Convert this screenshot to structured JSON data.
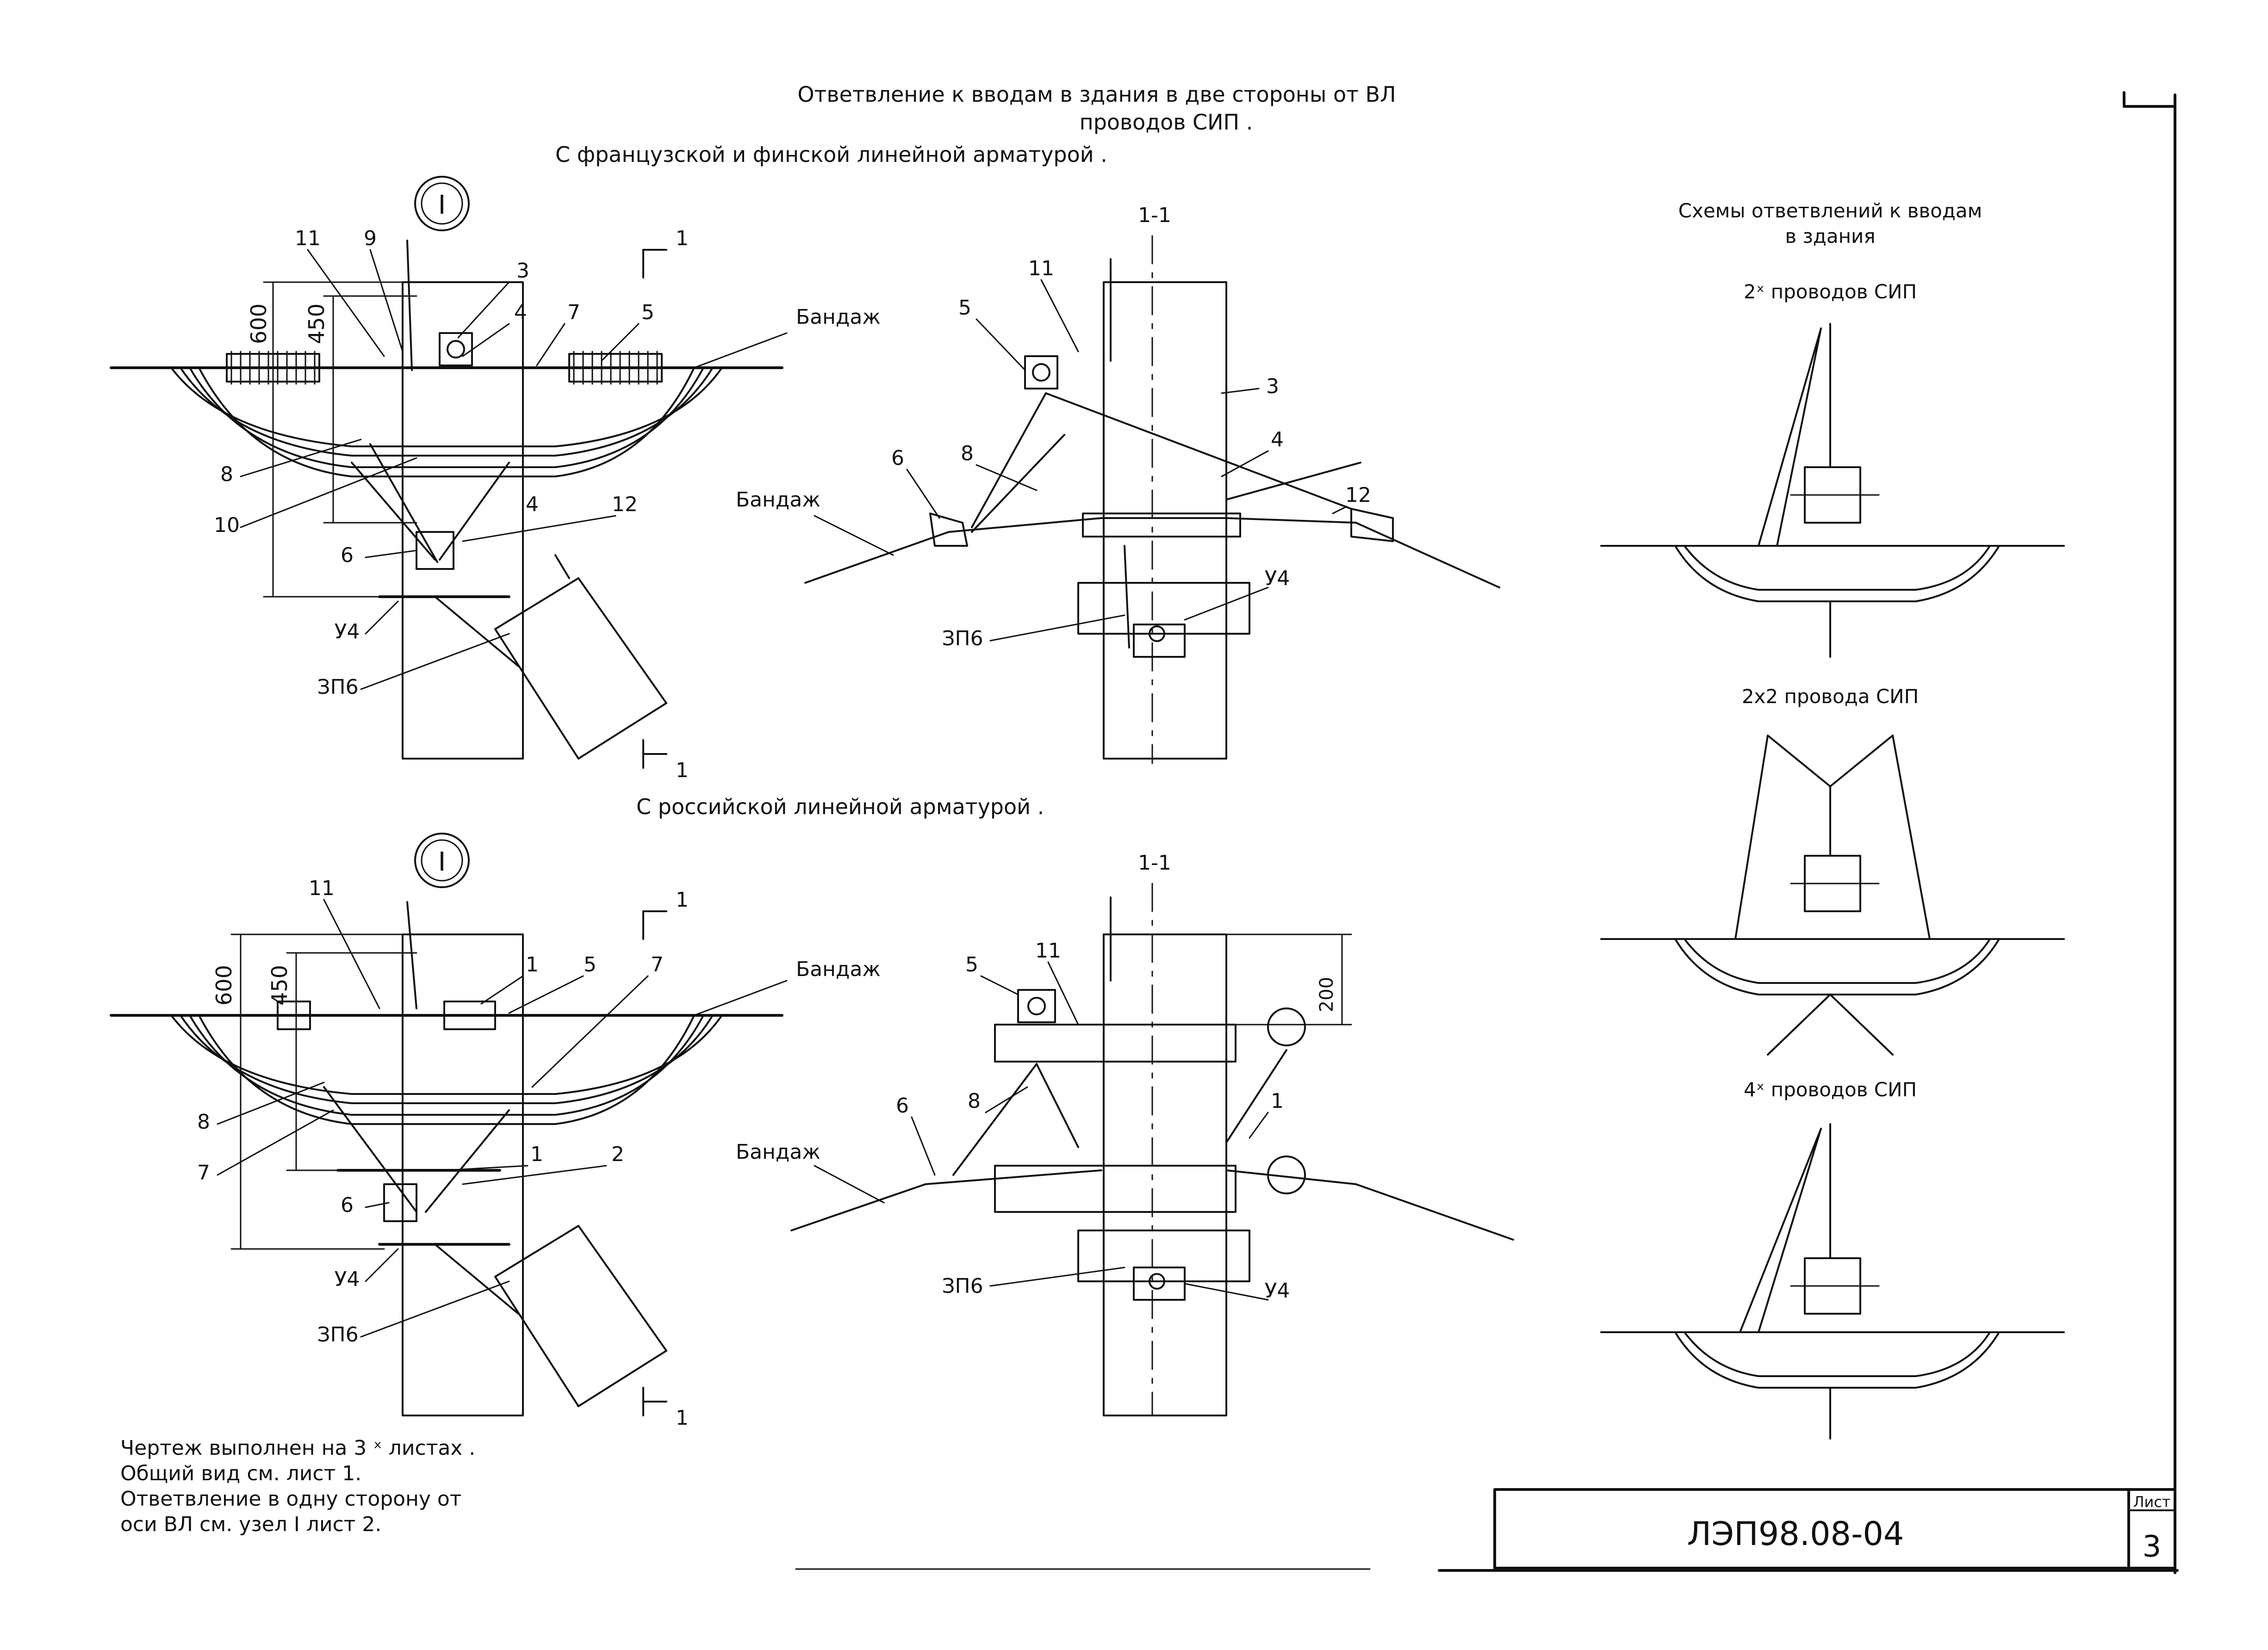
{
  "header": {
    "title_line1": "Ответвление к вводам в здания в две стороны от ВЛ",
    "title_line2": "проводов СИП .",
    "subtitle_top": "С французской и финской линейной арматурой .",
    "subtitle_bottom": "С российской линейной арматурой ."
  },
  "schemes": {
    "title_line1": "Схемы ответвлений к вводам",
    "title_line2": "в здания",
    "scheme1": "2ˣ проводов СИП",
    "scheme2": "2x2 провода СИП",
    "scheme3": "4ˣ проводов СИП"
  },
  "node_mark": "I",
  "section": {
    "label": "1-1",
    "cut": "1"
  },
  "top_left": {
    "dim_600": "600",
    "dim_450": "450",
    "callouts": [
      "11",
      "9",
      "3",
      "4",
      "7",
      "5",
      "8",
      "10",
      "4",
      "12",
      "6",
      "У4",
      "ЗП6"
    ],
    "bandage": "Бандаж"
  },
  "top_section": {
    "callouts": [
      "11",
      "5",
      "3",
      "4",
      "8",
      "6",
      "12",
      "У4",
      "ЗП6"
    ],
    "bandage": "Бандаж"
  },
  "bottom_left": {
    "dim_600": "600",
    "dim_450": "450",
    "callouts": [
      "11",
      "1",
      "5",
      "7",
      "8",
      "7",
      "1",
      "2",
      "6",
      "У4",
      "ЗП6"
    ],
    "bandage": "Бандаж"
  },
  "bottom_section": {
    "callouts": [
      "5",
      "11",
      "8",
      "6",
      "1",
      "У4",
      "ЗП6"
    ],
    "dim_200": "200",
    "bandage": "Бандаж"
  },
  "notes": [
    "Чертеж выполнен на 3 ˣ листах .",
    "Общий вид см. лист 1.",
    "Ответвление в одну сторону от",
    "оси ВЛ см. узел I лист 2."
  ],
  "title_block": {
    "code": "ЛЭП98.08-04",
    "sheet_label": "Лист",
    "sheet_number": "3"
  }
}
